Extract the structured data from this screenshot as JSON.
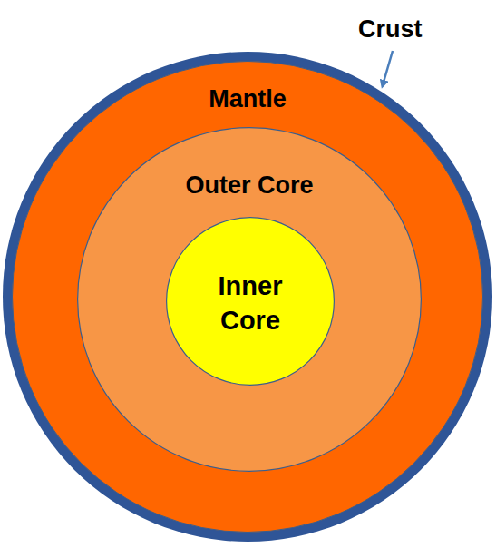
{
  "diagram": {
    "nodes": [
      {
        "text": [
          "Crust"
        ]
      },
      {
        "text": [
          "Mantle"
        ],
        "in": 0
      },
      {
        "text": [
          "Outer Core"
        ],
        "in": 1
      },
      {
        "text": [
          "Inner Core"
        ],
        "in": 2
      }
    ]
  }
}
